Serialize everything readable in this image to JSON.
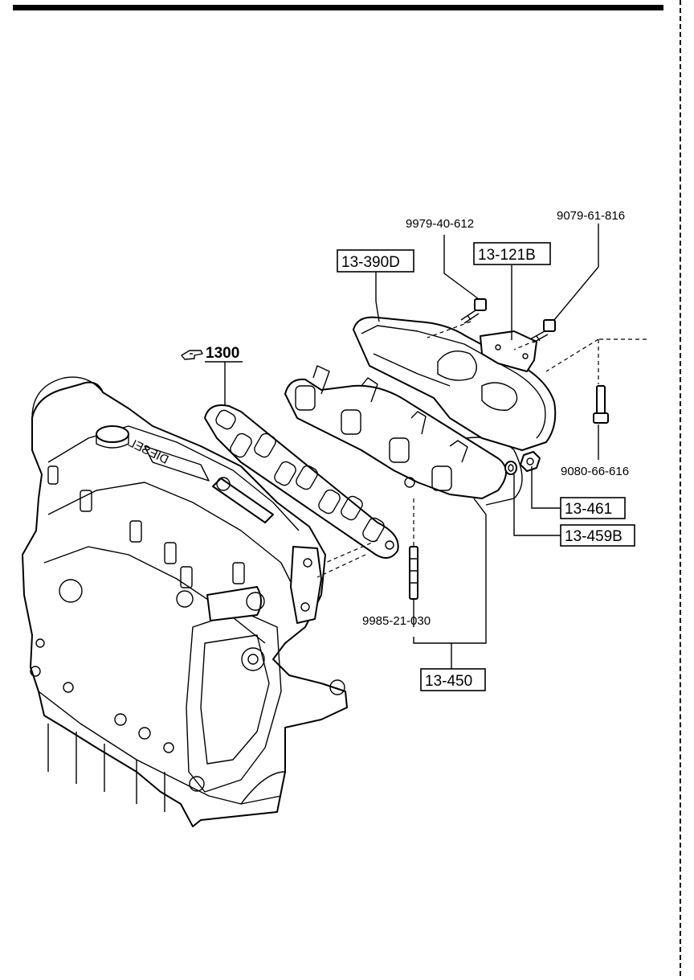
{
  "callouts": {
    "bolt_top": "9979-40-612",
    "bolt_right": "9079-61-816",
    "bolt_long": "9080-66-616",
    "stud": "9985-21-030"
  },
  "boxed_parts": {
    "heat_shield": "13-390D",
    "bracket": "13-121B",
    "nut": "13-461",
    "washer": "13-459B",
    "manifold": "13-450"
  },
  "reference": {
    "text": "1300",
    "icon": "pointing-hand-icon"
  },
  "engine_marking": "DIESEL"
}
